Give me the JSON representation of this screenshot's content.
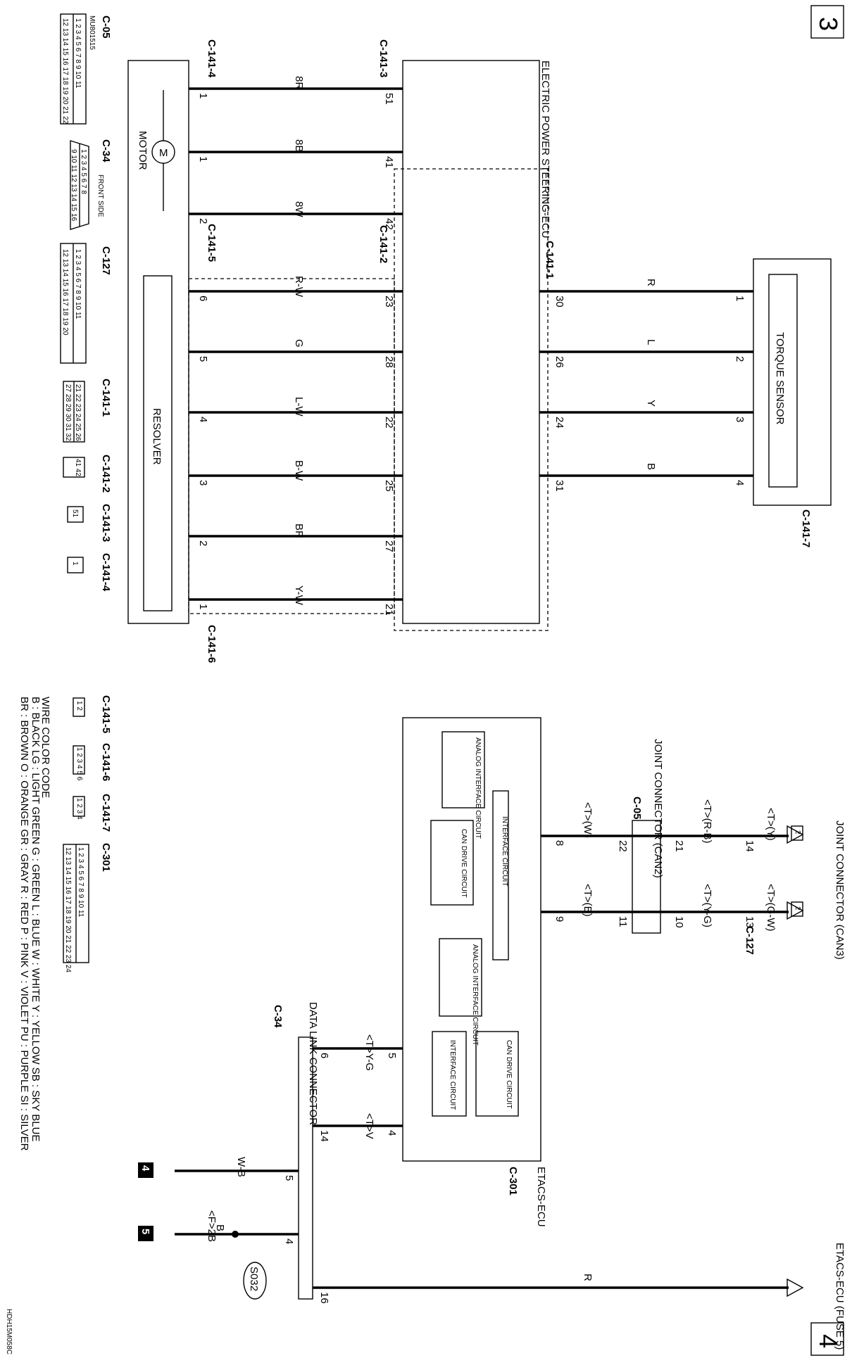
{
  "page_numbers": {
    "top": "3",
    "bottom": "4"
  },
  "ecu": {
    "eps_title": "ELECTRIC POWER STEERING-ECU",
    "etacs_title": "ETACS-ECU",
    "etacs_conn": "C-301"
  },
  "connectors": {
    "c141_1": "C-141-1",
    "c141_2": "C-141-2",
    "c141_3": "C-141-3",
    "c141_4": "C-141-4",
    "c141_5": "C-141-5",
    "c141_6": "C-141-6",
    "c141_7": "C-141-7",
    "c05": "C-05",
    "c34": "C-34",
    "c127": "C-127",
    "c301": "C-301",
    "s032": "S032"
  },
  "components": {
    "torque_sensor": "TORQUE SENSOR",
    "motor": "MOTOR",
    "resolver": "RESOLVER",
    "joint_can3": "JOINT CONNECTOR (CAN3)",
    "joint_can2": "JOINT CONNECTOR (CAN2)",
    "data_link": "DATA LINK CONNECTOR",
    "etacs_fuse": "ETACS-ECU (FUSE 5)",
    "analog_if": "ANALOG INTERFACE CIRCUIT",
    "can_drive": "CAN DRIVE CIRCUIT",
    "interface": "INTERFACE CIRCUIT"
  },
  "torque_wires": [
    {
      "color": "R",
      "ecu_pin": "30",
      "sensor_pin": "1"
    },
    {
      "color": "L",
      "ecu_pin": "26",
      "sensor_pin": "2"
    },
    {
      "color": "Y",
      "ecu_pin": "24",
      "sensor_pin": "3"
    },
    {
      "color": "B",
      "ecu_pin": "31",
      "sensor_pin": "4"
    }
  ],
  "motor_wires": [
    {
      "color": "8R",
      "ecu_pin": "51",
      "motor_pin": "1"
    },
    {
      "color": "8B",
      "ecu_pin": "41",
      "motor_pin": "1"
    },
    {
      "color": "8W",
      "ecu_pin": "42",
      "motor_pin": "2"
    }
  ],
  "resolver_wires": [
    {
      "color": "R-W",
      "ecu_pin": "23",
      "res_pin": "6"
    },
    {
      "color": "G",
      "ecu_pin": "28",
      "res_pin": "5"
    },
    {
      "color": "L-W",
      "ecu_pin": "22",
      "res_pin": "4"
    },
    {
      "color": "B-W",
      "ecu_pin": "25",
      "res_pin": "3"
    },
    {
      "color": "BR",
      "ecu_pin": "27",
      "res_pin": "2"
    },
    {
      "color": "Y-W",
      "ecu_pin": "21",
      "res_pin": "1"
    }
  ],
  "can_labels": {
    "ty": "<T>(Y)",
    "tgw": "<T>(G-W)",
    "trb": "<T>(R-B)",
    "tyg": "<T>(Y-G)",
    "tw": "<T>(W)",
    "tb": "<T>(B)",
    "tyg2": "<T>Y-G",
    "tv": "<T>V",
    "f2b": "<F>2B"
  },
  "can_pins": {
    "p14": "14",
    "p13": "13",
    "p21": "21",
    "p10": "10",
    "p22": "22",
    "p11": "11",
    "p8": "8",
    "p9": "9",
    "p5": "5",
    "p4": "4",
    "p6": "6",
    "p14b": "14",
    "p16": "16",
    "j2": "2"
  },
  "dlc_wires": {
    "wb": "W-B",
    "b": "B",
    "r": "R",
    "pin5": "5",
    "pin4": "4"
  },
  "ground_marks": {
    "g4": "4",
    "g5": "5"
  },
  "connector_views": {
    "c05_code": "MU801515",
    "c05_row1": "1 2 3 4 5 6 7 8 9 10 11",
    "c05_row2": "12 13 14 15 16 17 18 19 20 21 22",
    "c34_row1": "1 2 3 4 5 6 7 8",
    "c34_row2": "9 10 11 12 13 14 15 16",
    "c34_side": "FRONT SIDE",
    "c127_row1": "1 2 3 4 5 6 7 8 9 10 11",
    "c127_row2": "12 13 14 15 16 17 18 19 20",
    "c141_1_row1": "21 22 23 24 25 26",
    "c141_1_row2": "27 28 29 30 31 32",
    "c141_2_pins": "41 42",
    "c141_3_pin": "51",
    "c141_4_pin": "1",
    "c141_5_pins": "1 2",
    "c141_6_pins": "1 2 3 4 5 6",
    "c141_7_pins": "1 2 3 4",
    "c301_row1": "1 2 3 4 5 6 7 8 9 10 11",
    "c301_row2": "12 13 14 15 16 17 18 19 20 21 22 23 24"
  },
  "legend": {
    "title": "WIRE COLOR CODE",
    "line1": "B : BLACK   LG : LIGHT GREEN   G : GREEN   L : BLUE   W : WHITE   Y : YELLOW   SB : SKY BLUE",
    "line2": "BR : BROWN   O : ORANGE   GR : GRAY   R : RED   P : PINK   V : VIOLET   PU : PURPLE   SI : SILVER"
  },
  "code": "HDH15M058C"
}
